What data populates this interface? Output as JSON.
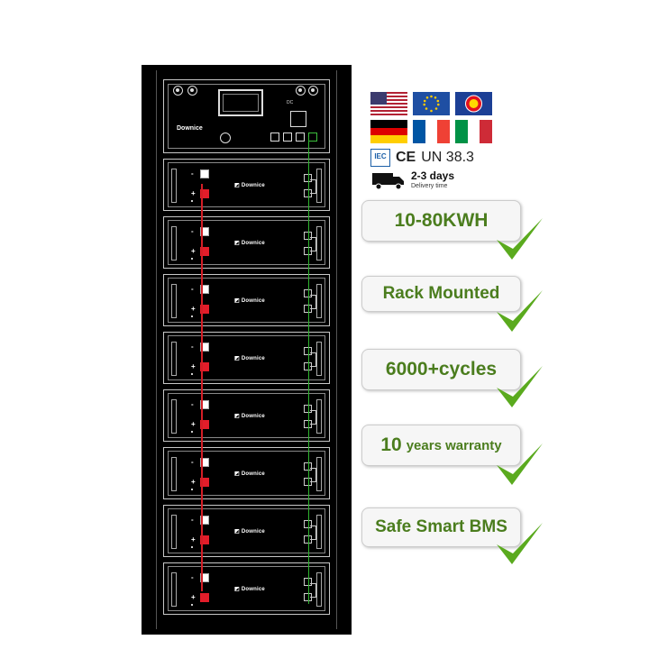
{
  "brand": "Downice",
  "module_count": 8,
  "controller": {
    "label": "DC"
  },
  "certifications": {
    "flags": [
      "us-flag",
      "eu-flag",
      "asean-flag",
      "germany-flag",
      "france-flag",
      "italy-flag"
    ],
    "iec": "IEC",
    "ce": "CE",
    "un": "UN 38.3"
  },
  "delivery": {
    "title": "2-3 days",
    "subtitle": "Delivery time"
  },
  "features": [
    {
      "label": "10-80KWH"
    },
    {
      "label": "Rack Mounted"
    },
    {
      "label": "6000+cycles"
    },
    {
      "label_num": "10",
      "label_rest": "years warranty"
    },
    {
      "label": "Safe Smart BMS"
    }
  ],
  "colors": {
    "feature_text": "#4b7d1e",
    "check": "#5aaa1e",
    "positive": "#e31d2a",
    "link": "#2fb52f"
  }
}
